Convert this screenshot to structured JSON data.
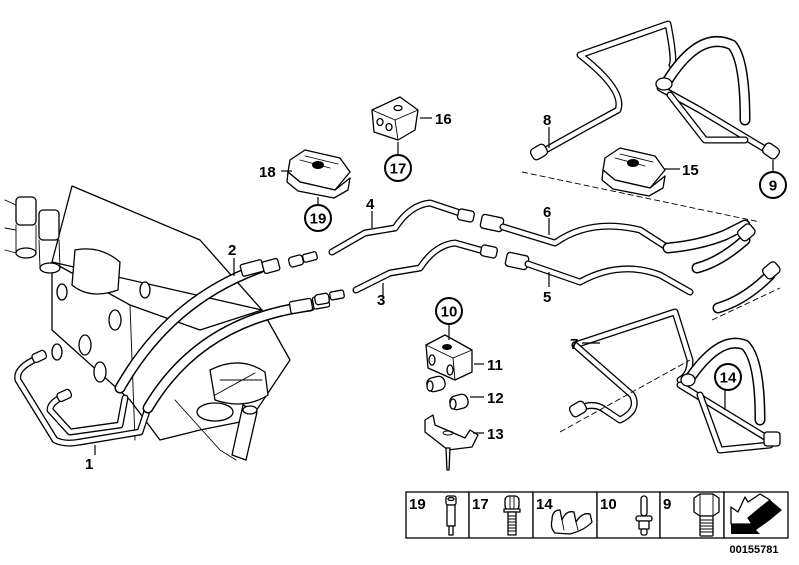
{
  "diagram": {
    "title": "Brake/hydraulic pipe and hose assembly exploded parts diagram",
    "diagram_id": "00155781",
    "part_labels": [
      "1",
      "2",
      "3",
      "4",
      "5",
      "6",
      "7",
      "8",
      "11",
      "12",
      "13",
      "15",
      "16",
      "18"
    ],
    "callouts": [
      "9",
      "10",
      "14",
      "17",
      "19"
    ],
    "legend": {
      "items": [
        {
          "number": "19",
          "icon": "shoulder-screw-icon"
        },
        {
          "number": "17",
          "icon": "torx-bolt-icon"
        },
        {
          "number": "14",
          "icon": "double-pipe-clip-icon"
        },
        {
          "number": "10",
          "icon": "stud-pin-icon"
        },
        {
          "number": "9",
          "icon": "hex-bolt-icon"
        }
      ],
      "arrow_icon": "direction-arrow-icon"
    }
  }
}
